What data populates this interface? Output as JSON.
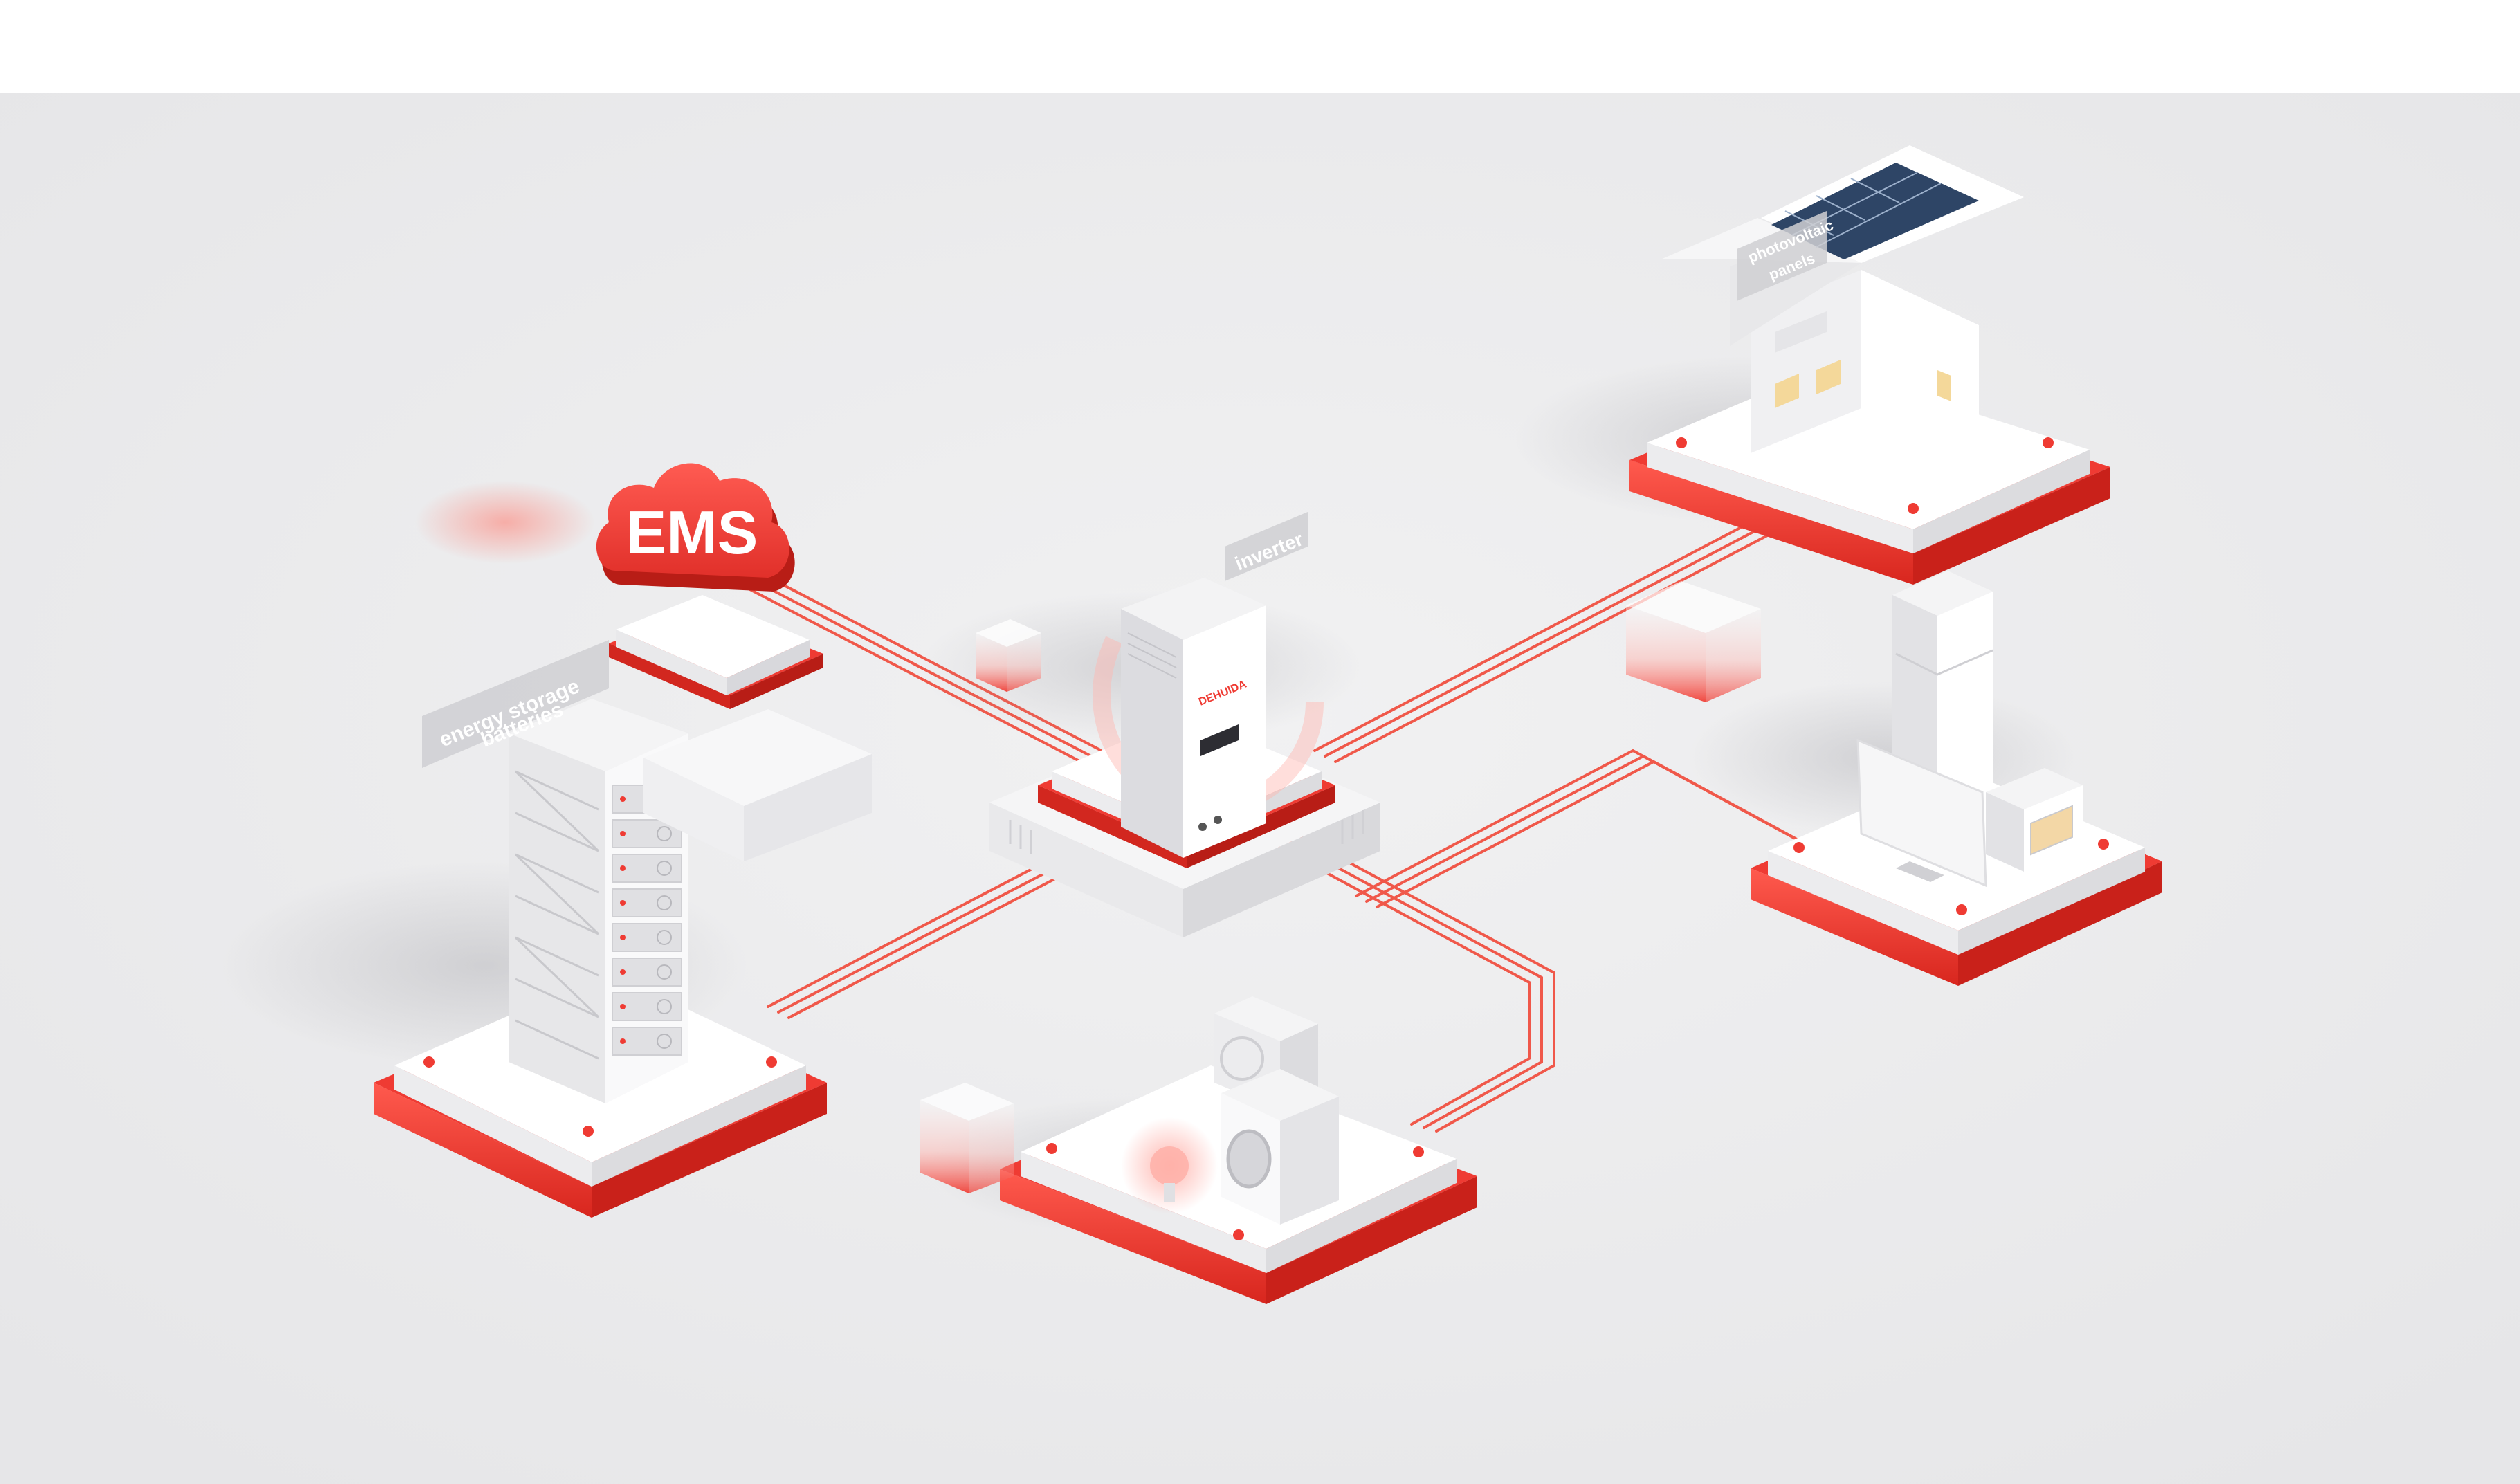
{
  "diagram": {
    "cloud": {
      "text": "EMS",
      "color": "#ef3b33"
    },
    "labels": {
      "batteries_line1": "energy storage",
      "batteries_line2": "batteries",
      "inverter": "inverter",
      "pv_line1": "photovoltaic",
      "pv_line2": "panels"
    },
    "inverter_brand": "DEHUIDA",
    "colors": {
      "accent": "#ef3b33",
      "accent_light": "#ff6b5e",
      "wire": "#f0584a",
      "base_white": "#f7f7f7"
    }
  }
}
